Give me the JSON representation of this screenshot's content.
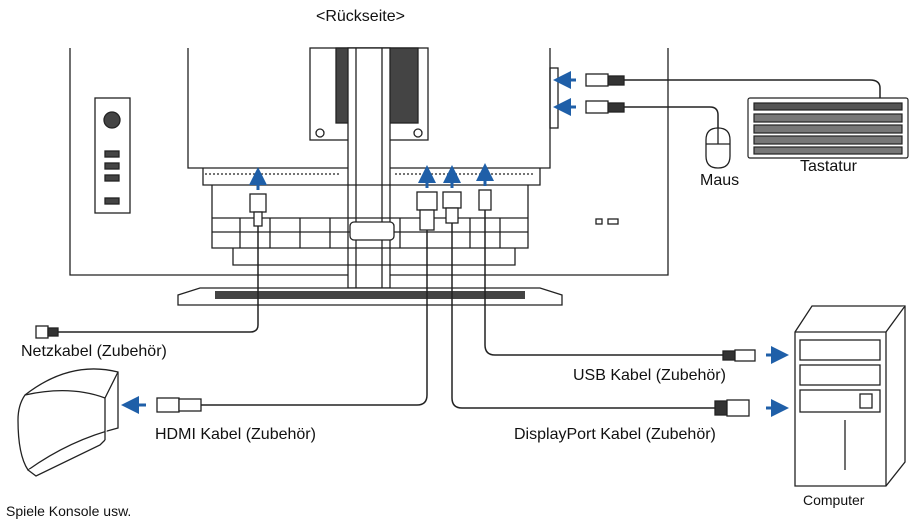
{
  "title": "<Rückseite>",
  "labels": {
    "maus": "Maus",
    "tastatur": "Tastatur",
    "netzkabel": "Netzkabel (Zubehör)",
    "usb_kabel": "USB Kabel (Zubehör)",
    "hdmi_kabel": "HDMI Kabel (Zubehör)",
    "displayport_kabel": "DisplayPort Kabel (Zubehör)",
    "computer": "Computer",
    "spiele_konsole": "Spiele Konsole usw."
  },
  "colors": {
    "arrow": "#1f5fa8",
    "line": "#222222",
    "fill_dark": "#333333",
    "fill_light": "#ffffff"
  }
}
